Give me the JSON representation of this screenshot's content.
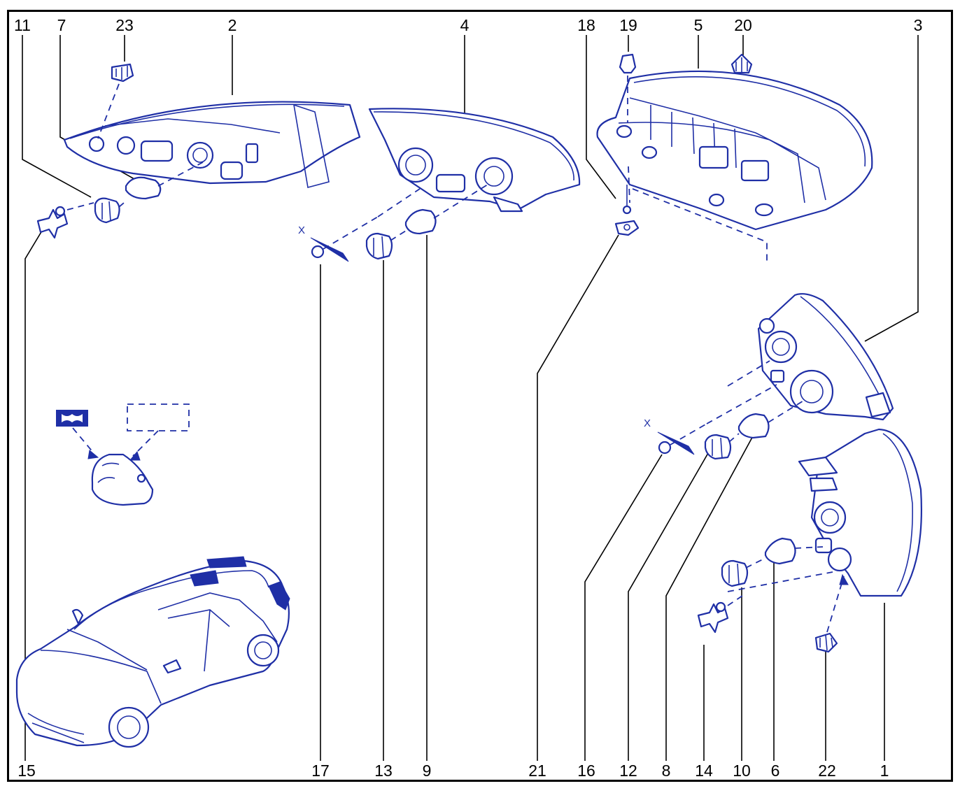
{
  "diagram": {
    "callouts": {
      "n1": "1",
      "n2": "2",
      "n3": "3",
      "n4": "4",
      "n5": "5",
      "n6": "6",
      "n7": "7",
      "n8": "8",
      "n9": "9",
      "n10": "10",
      "n11": "11",
      "n12": "12",
      "n13": "13",
      "n14": "14",
      "n15": "15",
      "n16": "16",
      "n17": "17",
      "n18": "18",
      "n19": "19",
      "n20": "20",
      "n21": "21",
      "n22": "22",
      "n23": "23"
    },
    "marks": {
      "x_left": "X",
      "x_right": "X"
    },
    "colors": {
      "line_art": "#1f2fa6",
      "leader": "#000000",
      "frame": "#000000"
    }
  }
}
